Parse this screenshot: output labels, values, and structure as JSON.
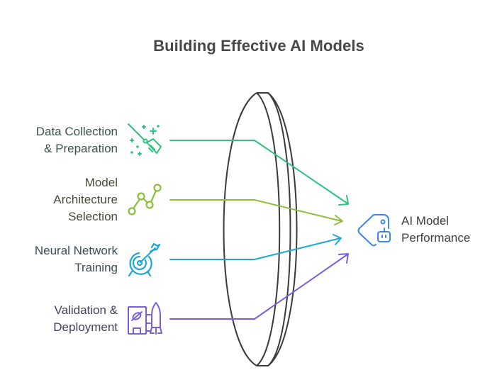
{
  "title": "Building Effective AI Models",
  "inputs": [
    {
      "id": "data",
      "lines": [
        "Data Collection",
        "& Preparation"
      ],
      "icon": "broom-sparkle-icon",
      "color": "#2ec27e",
      "text_color": "#3d5248"
    },
    {
      "id": "arch",
      "lines": [
        "Model",
        "Architecture",
        "Selection"
      ],
      "icon": "line-graph-nodes-icon",
      "color": "#8cbf3a",
      "text_color": "#474a3c"
    },
    {
      "id": "train",
      "lines": [
        "Neural Network",
        "Training"
      ],
      "icon": "target-arrow-icon",
      "color": "#1ea8d8",
      "text_color": "#3c4a52"
    },
    {
      "id": "deploy",
      "lines": [
        "Validation &",
        "Deployment"
      ],
      "icon": "rocket-blueprint-icon",
      "color": "#7a5ee0",
      "text_color": "#45425a"
    }
  ],
  "lens": {
    "icon": "lens-icon",
    "color": "#3a3a3a"
  },
  "output": {
    "lines": [
      "AI Model",
      "Performance"
    ],
    "icon": "robot-tag-icon",
    "color": "#3f86ea"
  }
}
